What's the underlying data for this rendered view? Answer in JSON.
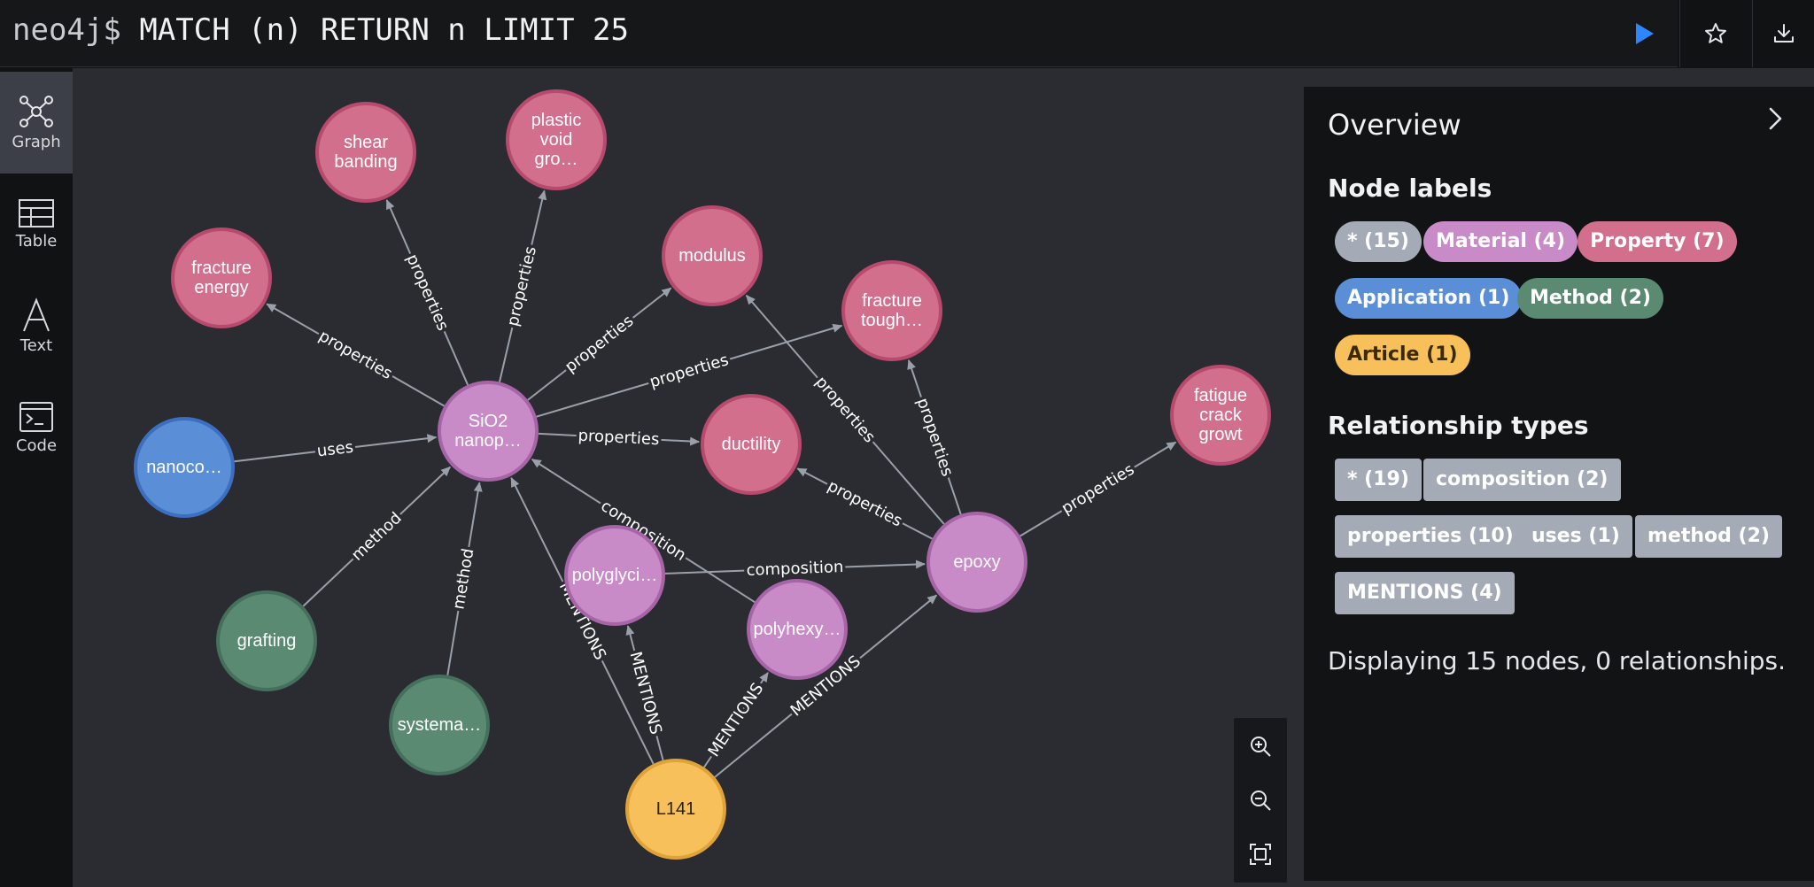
{
  "query": {
    "prompt": "neo4j$",
    "command": "MATCH (n) RETURN n LIMIT 25"
  },
  "sidebar": {
    "items": [
      {
        "label": "Graph",
        "icon": "graph-icon",
        "active": true
      },
      {
        "label": "Table",
        "icon": "table-icon",
        "active": false
      },
      {
        "label": "Text",
        "icon": "text-icon",
        "active": false
      },
      {
        "label": "Code",
        "icon": "code-icon",
        "active": false
      }
    ]
  },
  "colors": {
    "property": "#d16f8d",
    "property_border": "#b84a6d",
    "material": "#c98bc7",
    "material_border": "#a765a7",
    "application": "#5a8fd7",
    "application_border": "#3c6fc0",
    "method": "#5b8a73",
    "method_border": "#44705c",
    "article": "#f7c05b",
    "article_border": "#e0a338",
    "edge": "#9aa0a9",
    "run": "#2e86ff"
  },
  "graph": {
    "nodes": [
      {
        "id": "shear",
        "lines": [
          "shear",
          "banding"
        ],
        "type": "property"
      },
      {
        "id": "plastic",
        "lines": [
          "plastic",
          "void",
          "gro…"
        ],
        "type": "property"
      },
      {
        "id": "fenergy",
        "lines": [
          "fracture",
          "energy"
        ],
        "type": "property"
      },
      {
        "id": "modulus",
        "lines": [
          "modulus"
        ],
        "type": "property"
      },
      {
        "id": "ftough",
        "lines": [
          "fracture",
          "tough…"
        ],
        "type": "property"
      },
      {
        "id": "fatigue",
        "lines": [
          "fatigue",
          "crack",
          "growt"
        ],
        "type": "property"
      },
      {
        "id": "ductility",
        "lines": [
          "ductility"
        ],
        "type": "property"
      },
      {
        "id": "sio2",
        "lines": [
          "SiO2",
          "nanop…"
        ],
        "type": "material"
      },
      {
        "id": "polyglyci",
        "lines": [
          "polyglyci…"
        ],
        "type": "material"
      },
      {
        "id": "polyhexy",
        "lines": [
          "polyhexy…"
        ],
        "type": "material"
      },
      {
        "id": "epoxy",
        "lines": [
          "epoxy"
        ],
        "type": "material"
      },
      {
        "id": "nanoco",
        "lines": [
          "nanoco…"
        ],
        "type": "application"
      },
      {
        "id": "grafting",
        "lines": [
          "grafting"
        ],
        "type": "method"
      },
      {
        "id": "systema",
        "lines": [
          "systema…"
        ],
        "type": "method"
      },
      {
        "id": "l141",
        "lines": [
          "L141"
        ],
        "type": "article"
      }
    ],
    "edges": [
      {
        "from": "sio2",
        "to": "shear",
        "label": "properties"
      },
      {
        "from": "sio2",
        "to": "plastic",
        "label": "properties"
      },
      {
        "from": "sio2",
        "to": "fenergy",
        "label": "properties"
      },
      {
        "from": "sio2",
        "to": "modulus",
        "label": "properties"
      },
      {
        "from": "sio2",
        "to": "ftough",
        "label": "properties"
      },
      {
        "from": "sio2",
        "to": "ductility",
        "label": "properties"
      },
      {
        "from": "nanoco",
        "to": "sio2",
        "label": "uses"
      },
      {
        "from": "grafting",
        "to": "sio2",
        "label": "method"
      },
      {
        "from": "systema",
        "to": "sio2",
        "label": "method"
      },
      {
        "from": "polyhexy",
        "to": "sio2",
        "label": "composition"
      },
      {
        "from": "polyglyci",
        "to": "epoxy",
        "label": "composition"
      },
      {
        "from": "l141",
        "to": "sio2",
        "label": "MENTIONS"
      },
      {
        "from": "l141",
        "to": "polyglyci",
        "label": "MENTIONS"
      },
      {
        "from": "l141",
        "to": "polyhexy",
        "label": "MENTIONS"
      },
      {
        "from": "l141",
        "to": "epoxy",
        "label": "MENTIONS"
      },
      {
        "from": "epoxy",
        "to": "modulus",
        "label": "properties"
      },
      {
        "from": "epoxy",
        "to": "ftough",
        "label": "properties"
      },
      {
        "from": "epoxy",
        "to": "ductility",
        "label": "properties"
      },
      {
        "from": "epoxy",
        "to": "fatigue",
        "label": "properties"
      }
    ]
  },
  "overview": {
    "title": "Overview",
    "node_labels_title": "Node labels",
    "node_labels": [
      {
        "label": "* (15)",
        "color": "#a5abb6"
      },
      {
        "label": "Material (4)",
        "color": "#c98bc7"
      },
      {
        "label": "Property (7)",
        "color": "#d16f8d"
      },
      {
        "label": "Application (1)",
        "color": "#5a8fd7"
      },
      {
        "label": "Method (2)",
        "color": "#5b8a73"
      },
      {
        "label": "Article (1)",
        "color": "#f7c05b",
        "text_color": "#3a2a08"
      }
    ],
    "relationship_types_title": "Relationship types",
    "relationship_types": [
      {
        "label": "* (19)"
      },
      {
        "label": "composition (2)"
      },
      {
        "label": "properties (10)"
      },
      {
        "label": "uses (1)"
      },
      {
        "label": "method (2)"
      },
      {
        "label": "MENTIONS (4)"
      }
    ],
    "summary": "Displaying 15 nodes, 0 relationships."
  }
}
